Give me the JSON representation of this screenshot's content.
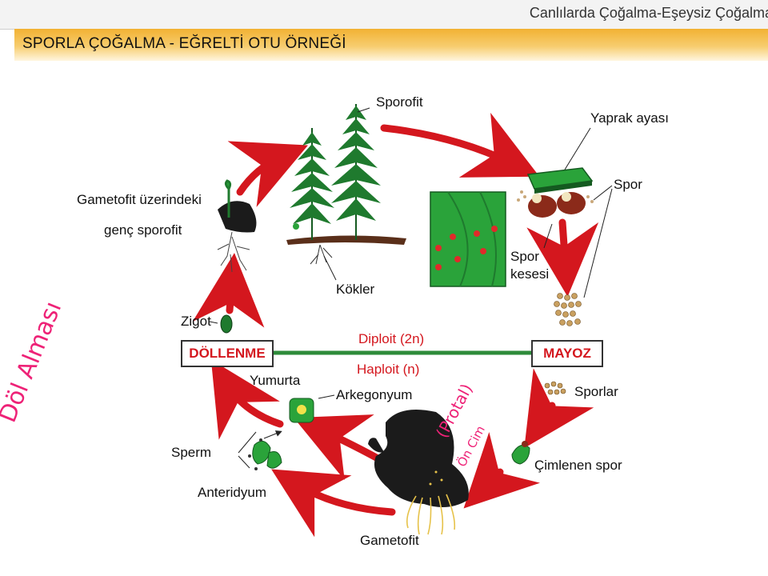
{
  "page": {
    "top_title": "Canlılarda Çoğalma-Eşeysiz Çoğalma",
    "section_title": "SPORLA ÇOĞALMA - EĞRELTİ OTU ÖRNEĞİ"
  },
  "labels": {
    "sporofit": "Sporofit",
    "yaprak_ayasi": "Yaprak ayası",
    "spor": "Spor",
    "spor_kesesi_1": "Spor",
    "spor_kesesi_2": "kesesi",
    "kokler": "Kökler",
    "gametofit_uzerindeki": "Gametofit üzerindeki",
    "genc_sporofit": "genç sporofit",
    "zigot": "Zigot",
    "dollenme": "DÖLLENME",
    "mayoz": "MAYOZ",
    "diploit": "Diploit (2n)",
    "haploit": "Haploit (n)",
    "yumurta": "Yumurta",
    "arkegonyum": "Arkegonyum",
    "sporlar": "Sporlar",
    "sperm": "Sperm",
    "cimlenen_spor": "Çimlenen spor",
    "anteridyum": "Anteridyum",
    "gametofit": "Gametofit"
  },
  "handwriting": {
    "dol_almasi": "Döl Alması",
    "protal": "(Protal)",
    "on_cim": "Ön Cim"
  },
  "colors": {
    "arrow_red": "#d4171e",
    "plant_green": "#1f7a2e",
    "leaf_green": "#2aa33a",
    "line_green": "#2e8b3a",
    "soil_brown": "#5a2f1a",
    "spore_red": "#e02a2a",
    "handwriting_pink": "#ee2277",
    "header_orange": "#f2b133"
  }
}
